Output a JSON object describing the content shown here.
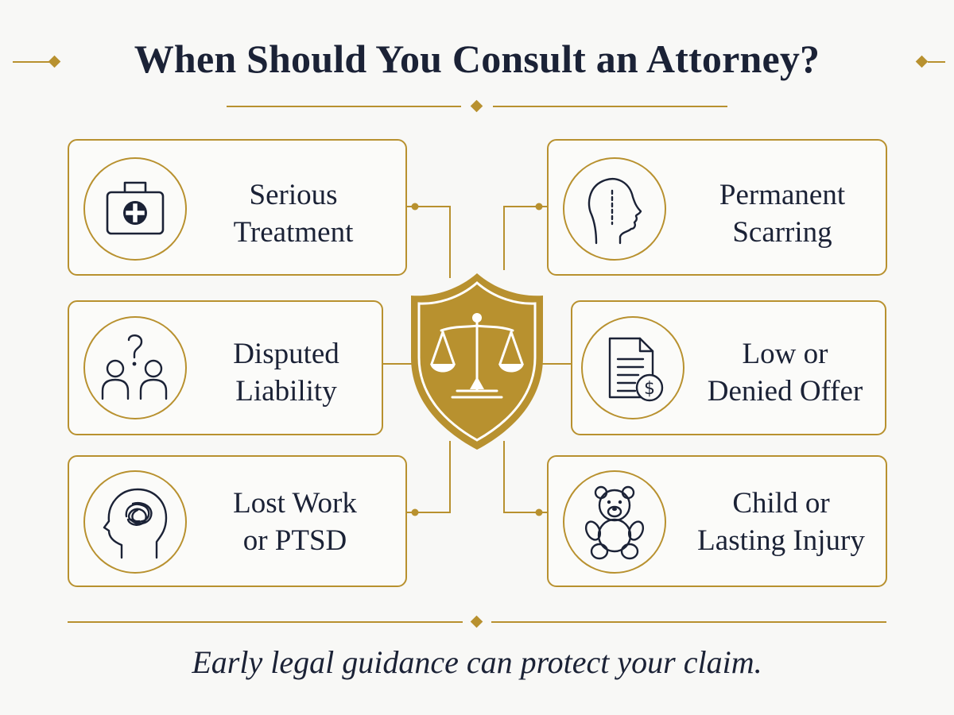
{
  "title": "When Should You Consult an Attorney?",
  "tagline": "Early legal guidance can protect your claim.",
  "colors": {
    "gold": "#b8912f",
    "navy": "#1b2236",
    "background": "#f8f8f6"
  },
  "center_icon": "scales-of-justice-shield-icon",
  "cards": [
    {
      "icon": "medical-kit-icon",
      "lines": [
        "Serious",
        "Treatment"
      ]
    },
    {
      "icon": "face-scar-profile-icon",
      "lines": [
        "Permanent",
        "Scarring"
      ]
    },
    {
      "icon": "people-question-icon",
      "lines": [
        "Disputed",
        "Liability"
      ]
    },
    {
      "icon": "document-dollar-icon",
      "lines": [
        "Low or",
        "Denied Offer"
      ]
    },
    {
      "icon": "head-tangled-mind-icon",
      "lines": [
        "Lost Work",
        "or PTSD"
      ]
    },
    {
      "icon": "teddy-bear-icon",
      "lines": [
        "Child or",
        "Lasting Injury"
      ]
    }
  ]
}
